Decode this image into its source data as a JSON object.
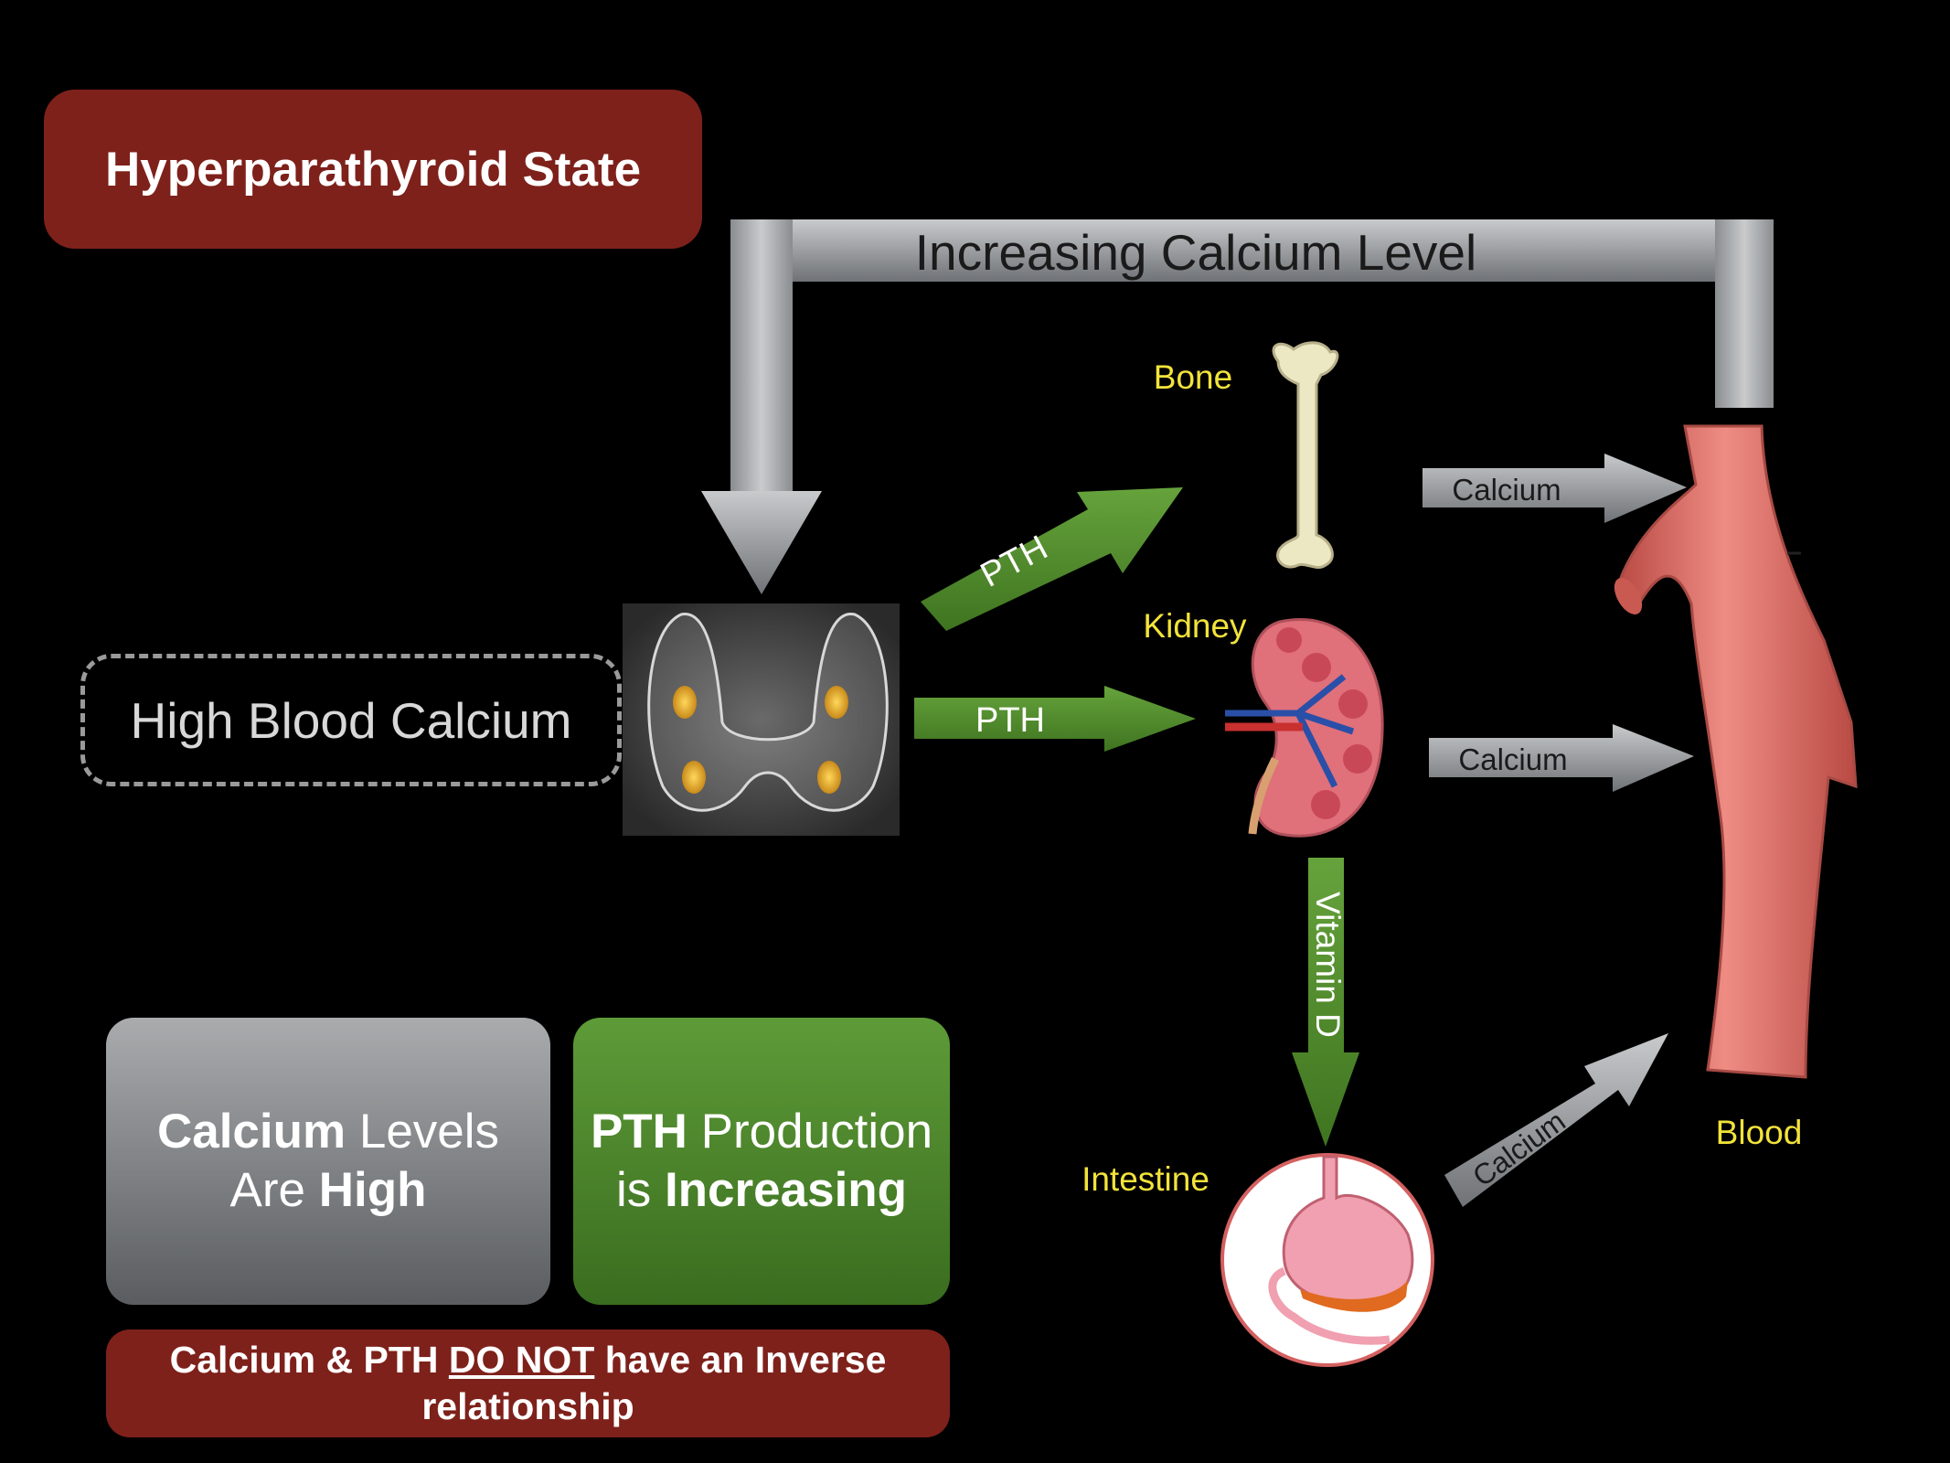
{
  "title": "Hyperparathyroid State",
  "loop_label": "Increasing Calcium Level",
  "state_label": "High Blood Calcium",
  "organs": {
    "bone": "Bone",
    "kidney": "Kidney",
    "intestine": "Intestine",
    "blood": "Blood"
  },
  "arrows": {
    "pth_to_bone": "PTH",
    "pth_to_kidney": "PTH",
    "vitamin_d": "Vitamin D",
    "bone_calcium": "Calcium",
    "kidney_calcium": "Calcium",
    "intestine_calcium": "Calcium"
  },
  "info_gray": {
    "line1_bold": "Calcium",
    "line1_rest": " Levels",
    "line2_rest": "Are ",
    "line2_bold": "High"
  },
  "info_green": {
    "line1_bold": "PTH",
    "line1_rest": " Production",
    "line2_rest": "is ",
    "line2_bold": "Increasing"
  },
  "bottom_note": {
    "part1": "Calcium & PTH ",
    "underlined": "DO NOT",
    "part2": " have an Inverse",
    "line2": "relationship"
  },
  "colors": {
    "title_bg": "#7e211b",
    "pth_arrow": "#4e8a2a",
    "calcium_arrow": "#9a9da0",
    "organ_label": "#f2e33a",
    "vessel": "#d9605a"
  }
}
